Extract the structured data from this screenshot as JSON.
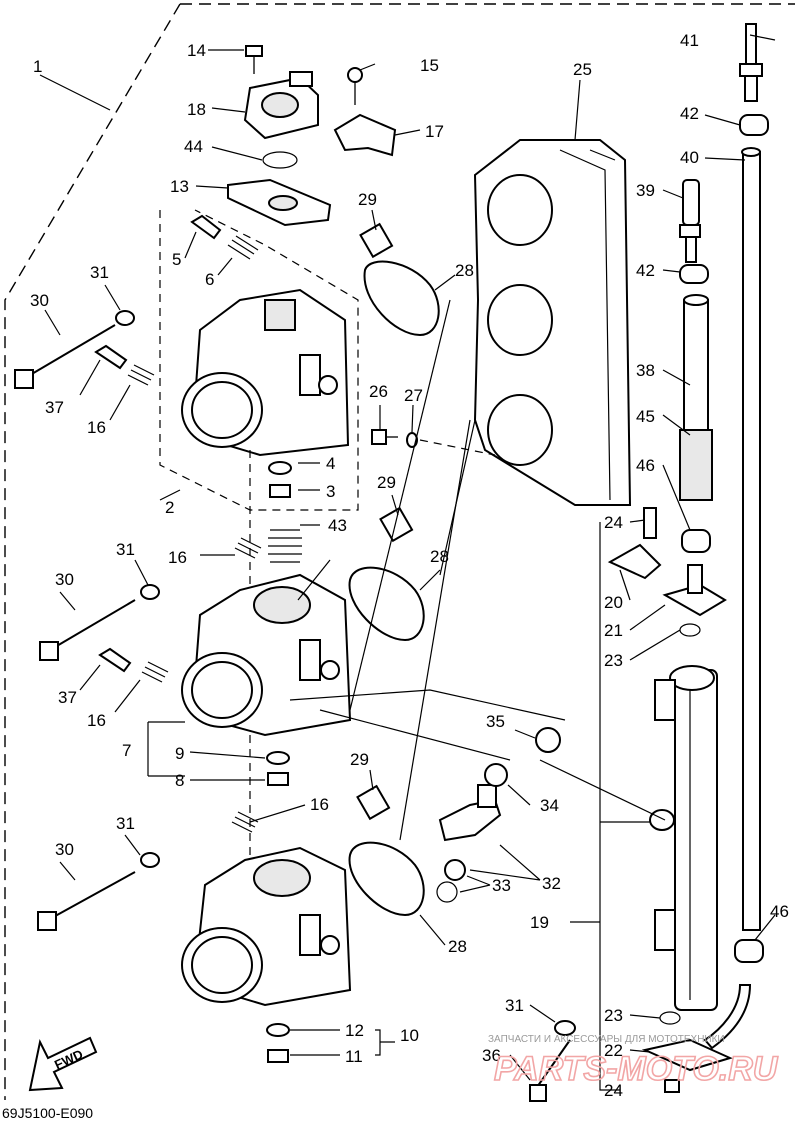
{
  "diagram": {
    "code": "69J5100-E090",
    "watermark_text": "ЗАПЧАСТИ И АКСЕССУАРЫ ДЛЯ МОТОТЕХНИКИ",
    "watermark_brand": "PARTS-MOTO.RU",
    "fwd_label": "FWD",
    "labels": [
      "1",
      "2",
      "3",
      "4",
      "5",
      "6",
      "7",
      "8",
      "9",
      "10",
      "11",
      "12",
      "13",
      "14",
      "15",
      "16",
      "16",
      "16",
      "16",
      "17",
      "18",
      "19",
      "20",
      "21",
      "22",
      "23",
      "23",
      "23",
      "24",
      "24",
      "25",
      "26",
      "27",
      "28",
      "28",
      "28",
      "29",
      "29",
      "29",
      "30",
      "30",
      "30",
      "31",
      "31",
      "31",
      "31",
      "32",
      "33",
      "33",
      "34",
      "35",
      "36",
      "37",
      "37",
      "38",
      "39",
      "40",
      "41",
      "42",
      "42",
      "43",
      "44",
      "45",
      "46",
      "46"
    ]
  }
}
